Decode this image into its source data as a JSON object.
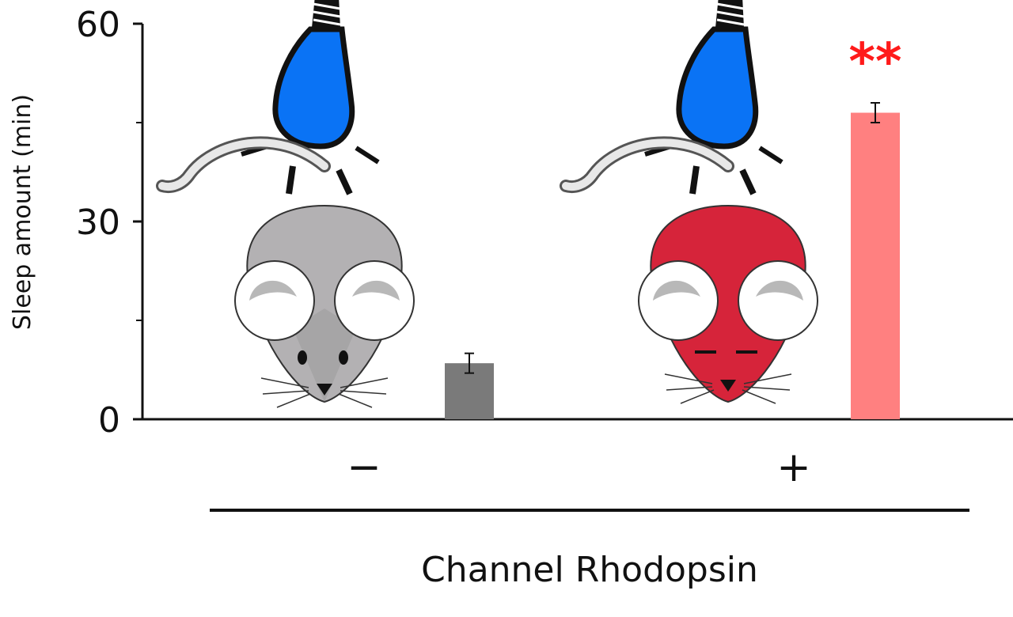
{
  "chart_data": {
    "type": "bar",
    "ylabel": "Sleep amount (min)",
    "xlabel": "Channel Rhodopsin",
    "ylim": [
      0,
      60
    ],
    "yticks": [
      "0",
      "30",
      "60"
    ],
    "categories": [
      "−",
      "+"
    ],
    "values": [
      8.5,
      46.5
    ],
    "errors": [
      1.5,
      1.5
    ],
    "bar_colors": [
      "#7a7a7a",
      "#ff8080"
    ],
    "significance": [
      "",
      "**"
    ],
    "significance_color": "#ff1a1a",
    "mouse_colors": [
      "#b3b1b3",
      "#d6243a"
    ],
    "bulb_color": "#0a73f5",
    "grid": false,
    "legend": "none"
  }
}
